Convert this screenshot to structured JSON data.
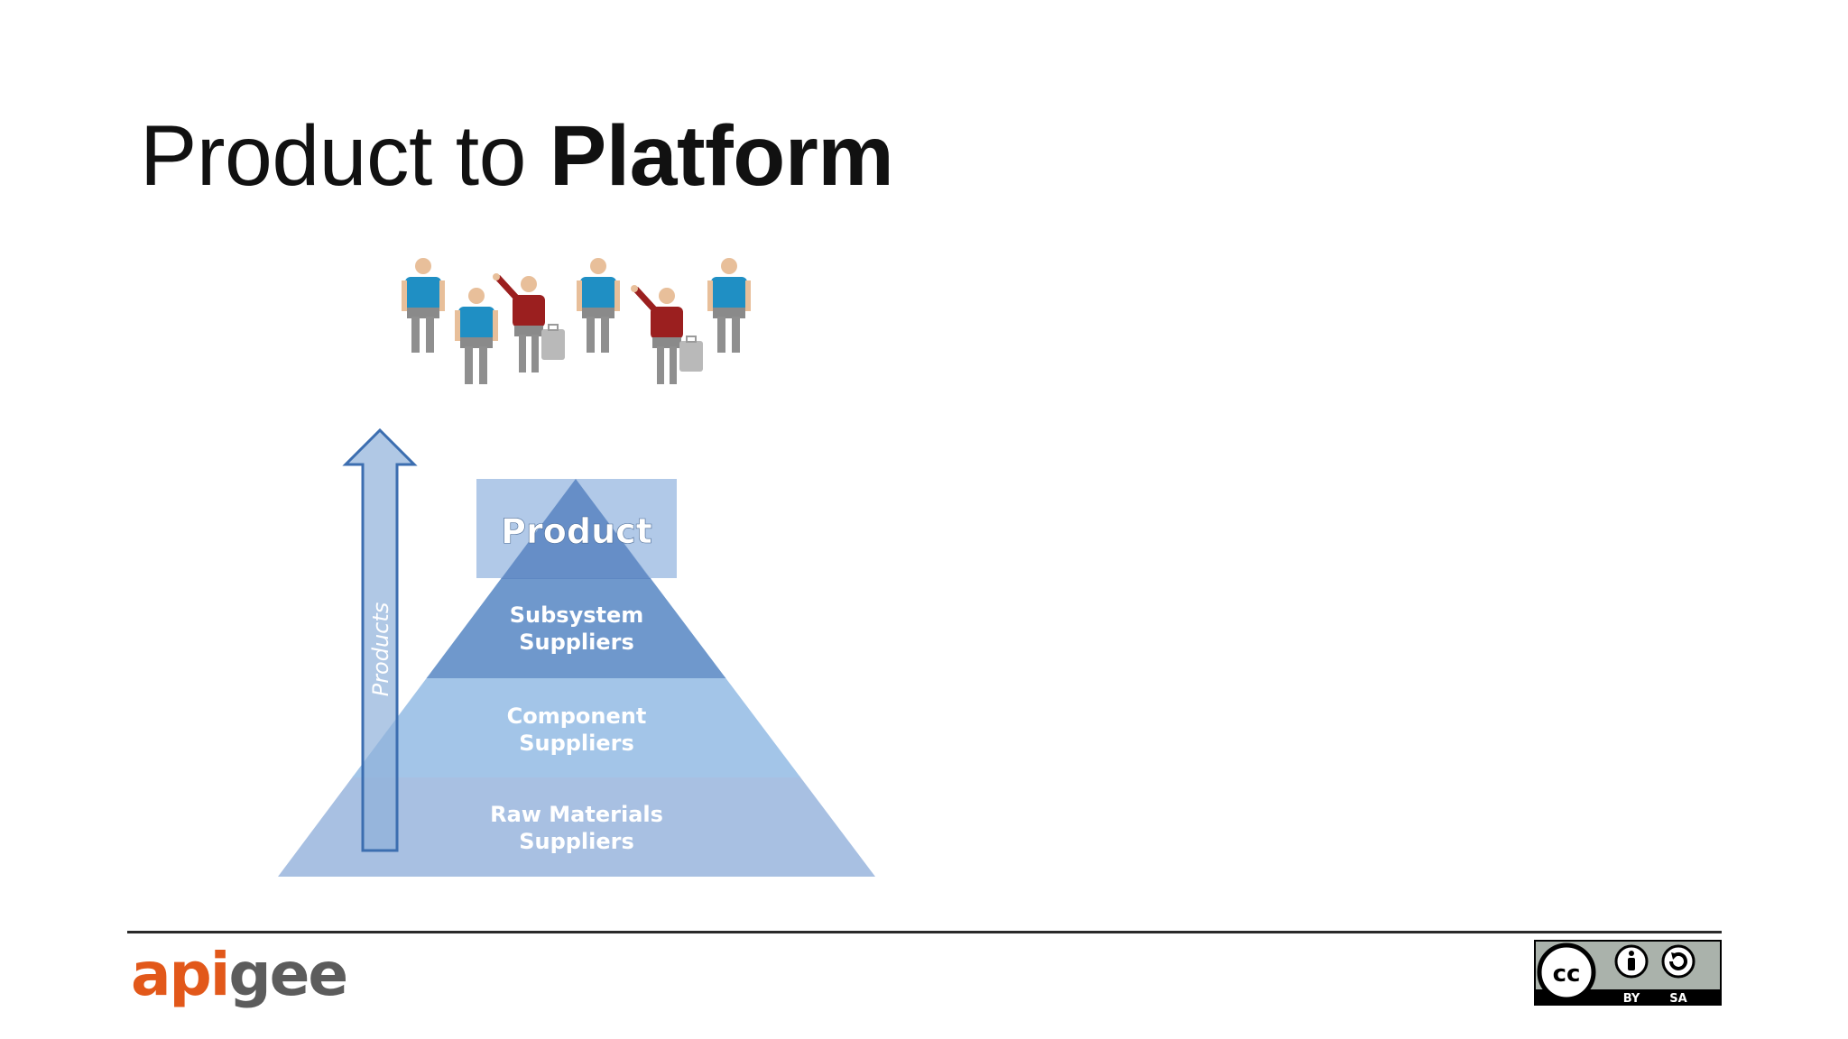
{
  "slide": {
    "title_regular": "Product to ",
    "title_bold": "Platform"
  },
  "diagram": {
    "pyramid_layers": {
      "top": "Product",
      "second_line1": "Subsystem",
      "second_line2": "Suppliers",
      "third_line1": "Component",
      "third_line2": "Suppliers",
      "bottom_line1": "Raw Materials",
      "bottom_line2": "Suppliers"
    },
    "arrow_label": "Products",
    "people": [
      {
        "role": "customer",
        "shirt": "blue"
      },
      {
        "role": "customer",
        "shirt": "blue"
      },
      {
        "role": "traveler-waving",
        "shirt": "red"
      },
      {
        "role": "customer",
        "shirt": "blue"
      },
      {
        "role": "traveler-waving",
        "shirt": "red"
      },
      {
        "role": "customer",
        "shirt": "blue"
      }
    ]
  },
  "footer": {
    "logo_part1": "api",
    "logo_part2": "gee",
    "license_by": "BY",
    "license_sa": "SA",
    "license_cc": "cc"
  },
  "colors": {
    "blue_shirt": "#1f8fc4",
    "red_shirt": "#9b1f1f",
    "pyramid_dark": "#5b86c2",
    "pyramid_mid": "#a9c7e8",
    "pyramid_light": "#a8c0e2",
    "logo_orange": "#e2581a",
    "logo_gray": "#5c5c5c"
  }
}
